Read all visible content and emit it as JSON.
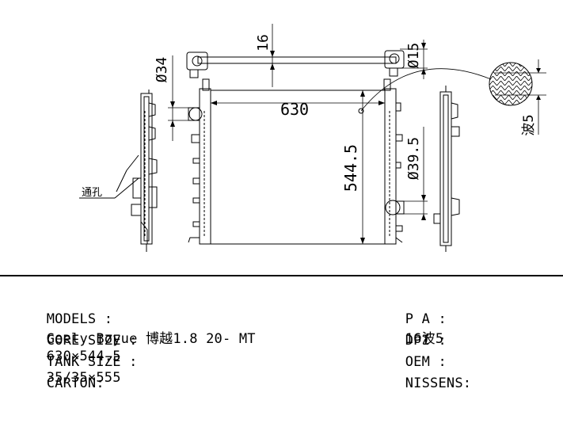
{
  "drawing": {
    "dims": {
      "top_bar": "16",
      "left_pipe": "Ø34",
      "right_pipe": "Ø15",
      "width": "630",
      "height": "544.5",
      "lower_pipe": "Ø39.5",
      "fin_wave": "波5"
    },
    "side_label": "通孔"
  },
  "specs": {
    "models_label": "MODELS :",
    "models_value": "Geely Boyue 博越1.8 20- MT",
    "core_label": "CORE SIZE :",
    "core_value": "630×544.5",
    "tank_label": "TANK SIZE :",
    "tank_value": "35/35×555",
    "carton_label": "CARTON:",
    "carton_value": "",
    "pa_label": "P A :",
    "pa_value": "16波5",
    "dpi_label": "DPI :",
    "dpi_value": "",
    "oem_label": "OEM :",
    "oem_value": "",
    "nissens_label": "NISSENS:",
    "nissens_value": ""
  }
}
